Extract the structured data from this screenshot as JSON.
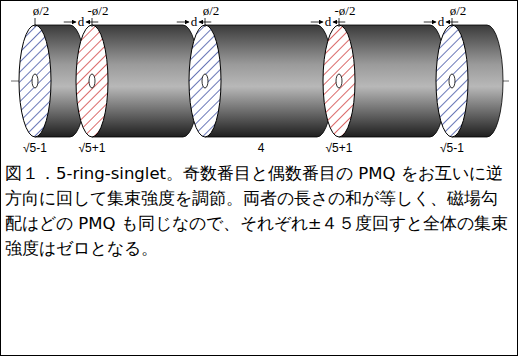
{
  "diagram": {
    "caption": "図１．5-ring-singlet。奇数番目と偶数番目の PMQ をお互いに逆方向に回して集束強度を調節。両者の長さの和が等しく、磁場勾配はどの PMQ も同じなので、それぞれ±４５度回すと全体の集束強度はゼロとなる。",
    "labels": [
      "ø/2",
      "-ø/2",
      "d",
      "ø/2",
      "d",
      "-ø/2",
      "d",
      "ø/2",
      "d",
      "√5-1",
      "√5+1",
      "4",
      "√5+1",
      "√5-1"
    ]
  }
}
